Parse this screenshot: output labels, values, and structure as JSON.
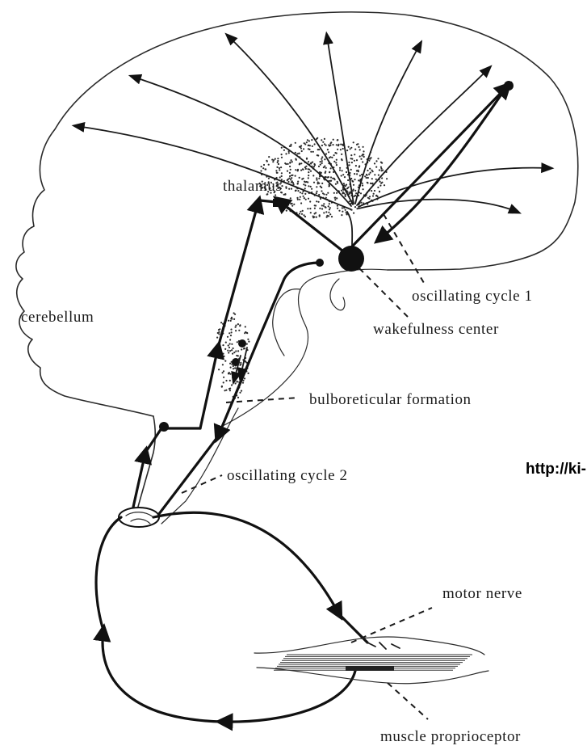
{
  "labels": {
    "thalamus": "thalamus",
    "cerebellum": "cerebellum",
    "oscillating_cycle_1": "oscillating cycle 1",
    "wakefulness_center": "wakefulness center",
    "bulboreticular_formation": "bulboreticular formation",
    "oscillating_cycle_2": "oscillating cycle 2",
    "motor_nerve": "motor nerve",
    "muscle_proprioceptor": "muscle proprioceptor"
  },
  "url_fragment": "http://ki-"
}
